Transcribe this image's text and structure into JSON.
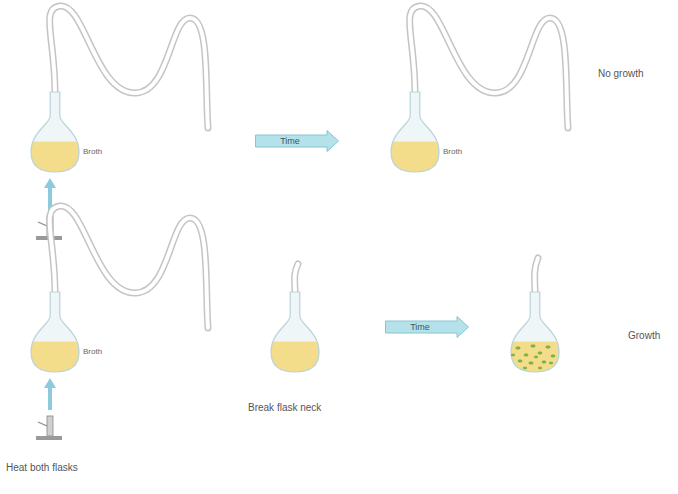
{
  "diagram": {
    "nodes": [
      {
        "text": [
          "Time"
        ]
      },
      {
        "text": [
          "Time"
        ]
      }
    ],
    "labels": [
      "Broth",
      "Broth",
      "No growth",
      "Broth",
      "Break flask neck",
      "Growth",
      "Heat both flasks"
    ]
  }
}
